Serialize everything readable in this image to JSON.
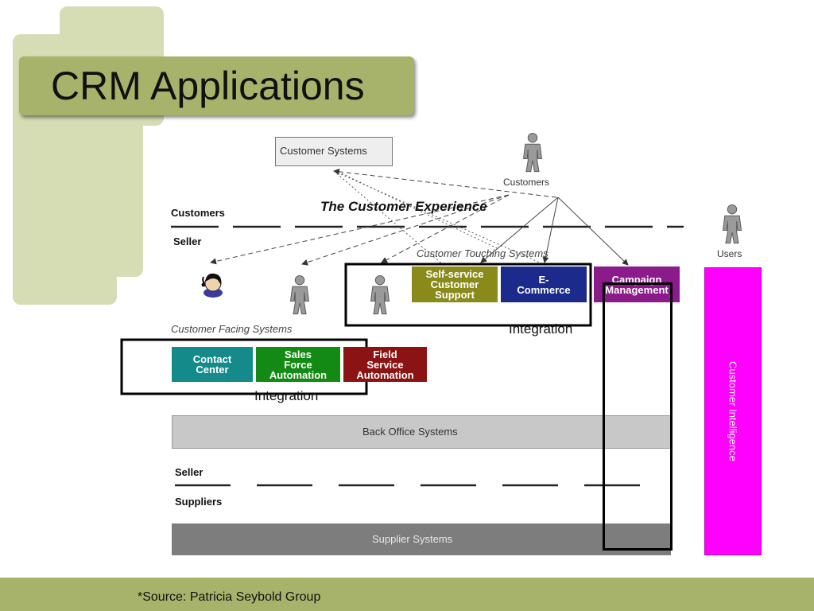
{
  "slide": {
    "title": "CRM Applications",
    "source": "*Source: Patricia Seybold Group"
  },
  "diagram": {
    "customer_systems": "Customer Systems",
    "customers_icon_label": "Customers",
    "users_icon_label": "Users",
    "customer_experience": "The Customer Experience",
    "band_customers": "Customers",
    "band_seller_top": "Seller",
    "customer_touching_systems": "Customer Touching Systems",
    "customer_facing_systems": "Customer Facing Systems",
    "integration_top": "Integration",
    "integration_bottom": "Integration",
    "boxes": {
      "self_service": "Self-service\nCustomer\nSupport",
      "ecommerce": "E-\nCommerce",
      "campaign": "Campaign\nManagement",
      "contact_center": "Contact\nCenter",
      "sales_force": "Sales\nForce\nAutomation",
      "field_service": "Field\nService\nAutomation"
    },
    "back_office": "Back Office Systems",
    "band_seller_bottom": "Seller",
    "band_suppliers": "Suppliers",
    "supplier_systems": "Supplier Systems",
    "customer_intelligence": "Customer Intelligence"
  },
  "colors": {
    "accent_olive": "#a7b36b",
    "deco_light": "#d6dcb4",
    "self_service": "#8a8a1a",
    "ecommerce": "#1c2a8c",
    "campaign": "#8b1a8b",
    "contact_center": "#158a8a",
    "sales_force": "#138a13",
    "field_service": "#8b1313",
    "customer_intelligence": "#ff00ff"
  },
  "icons": [
    "person-icon",
    "customer-service-agent-icon"
  ]
}
